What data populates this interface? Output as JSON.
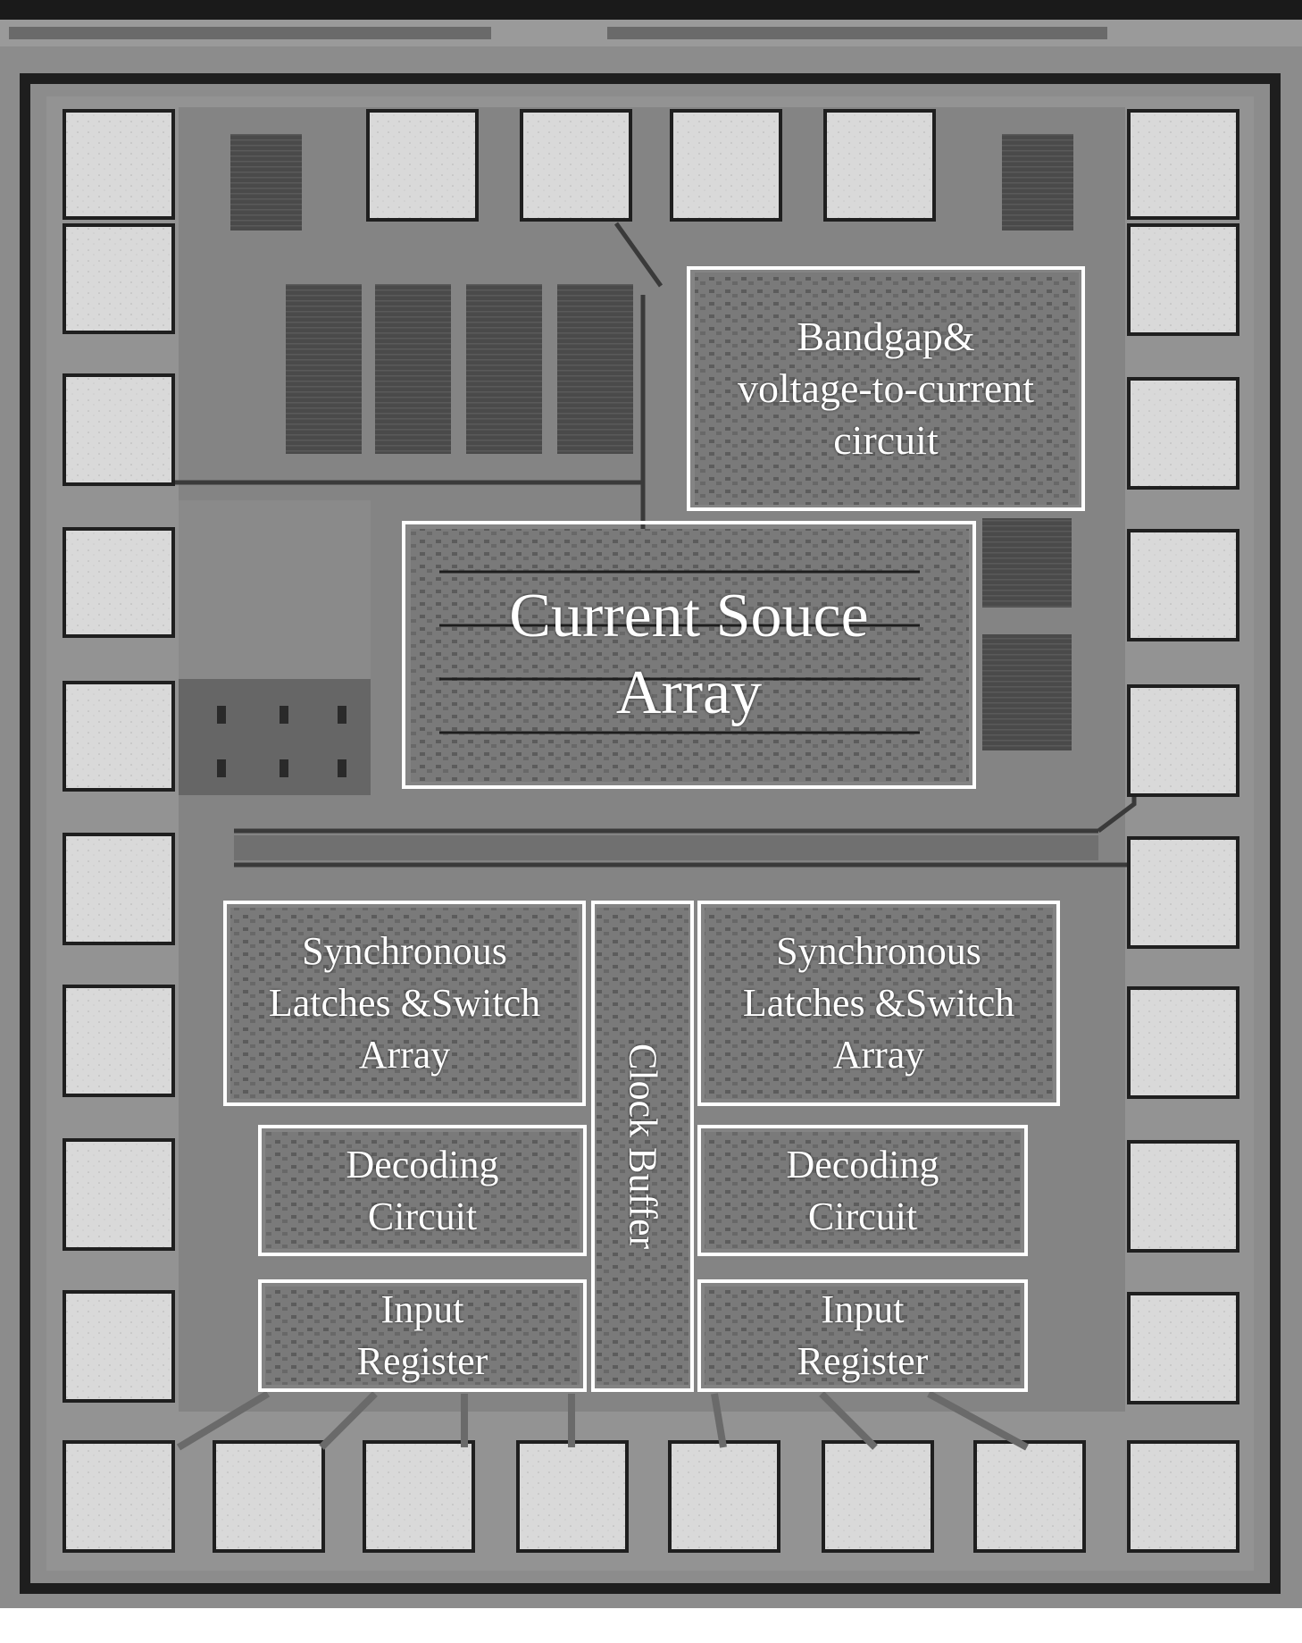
{
  "labels": {
    "bandgap": [
      "Bandgap&",
      "voltage-to-current",
      "circuit"
    ],
    "current_source": [
      "Current Souce",
      "Array"
    ],
    "sync_left": [
      "Synchronous",
      "Latches &Switch",
      "Array"
    ],
    "sync_right": [
      "Synchronous",
      "Latches &Switch",
      "Array"
    ],
    "clock_buffer": "Clock Buffer",
    "decoding_left": [
      "Decoding",
      "Circuit"
    ],
    "decoding_right": [
      "Decoding",
      "Circuit"
    ],
    "register_left": [
      "Input",
      "Register"
    ],
    "register_right": [
      "Input",
      "Register"
    ]
  },
  "colors": {
    "die_background": "#8c8c8c",
    "pad": "#d8d8d8",
    "label_box": "#ffffff"
  }
}
